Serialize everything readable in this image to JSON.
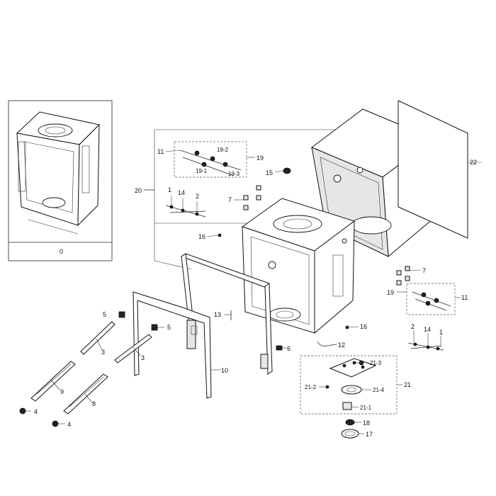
{
  "labels": {
    "p0": "0",
    "p1a": "1",
    "p1b": "1",
    "p2a": "2",
    "p2b": "2",
    "p3a": "3",
    "p3b": "3",
    "p4a": "4",
    "p4b": "4",
    "p5a": "5",
    "p5b": "5",
    "p6": "6",
    "p7a": "7",
    "p7b": "7",
    "p8": "8",
    "p9": "9",
    "p10": "10",
    "p11a": "11",
    "p11b": "11",
    "p12": "12",
    "p13": "13",
    "p14a": "14",
    "p14b": "14",
    "p15": "15",
    "p16a": "16",
    "p16b": "16",
    "p17": "17",
    "p18": "18",
    "p19a": "19",
    "p19b": "19",
    "p19_1": "19-1",
    "p19_2": "19-2",
    "p19_3": "19-3",
    "p20": "20",
    "p21": "21",
    "p21_1": "21-1",
    "p21_2": "21-2",
    "p21_3": "21-3",
    "p21_4": "21-4",
    "p22": "22"
  }
}
